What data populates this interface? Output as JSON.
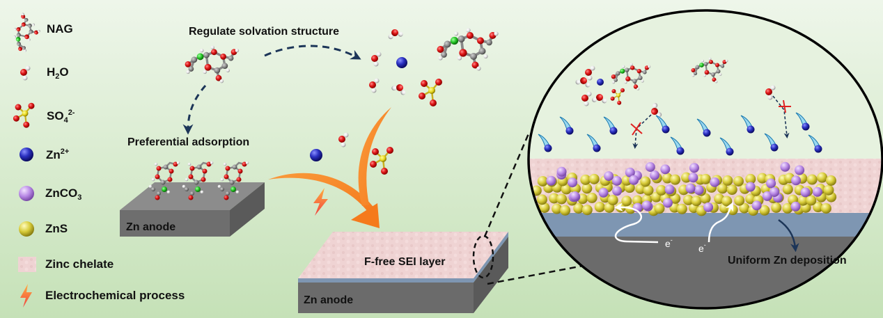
{
  "legend": {
    "items": [
      {
        "icon": "nag-molecule-icon",
        "label": "NAG"
      },
      {
        "icon": "water-molecule-icon",
        "label_main": "H",
        "label_sub": "2",
        "label_tail": "O"
      },
      {
        "icon": "sulfate-ion-icon",
        "label_main": "SO",
        "label_sub": "4",
        "label_sup": "2-"
      },
      {
        "icon": "zinc-ion-icon",
        "label_main": "Zn",
        "label_sup": "2+"
      },
      {
        "icon": "zinc-carbonate-sphere-icon",
        "label_main": "ZnCO",
        "label_sub": "3"
      },
      {
        "icon": "zinc-sulfide-sphere-icon",
        "label": "ZnS"
      },
      {
        "icon": "zinc-chelate-swatch-icon",
        "label": "Zinc chelate"
      },
      {
        "icon": "lightning-bolt-icon",
        "label": "Electrochemical process"
      }
    ]
  },
  "labels": {
    "regulate": "Regulate solvation structure",
    "adsorption": "Preferential adsorption",
    "anode_left": "Zn anode",
    "anode_center": "Zn anode",
    "sei": "F-free SEI layer",
    "electron": "e",
    "electron_sup": "-",
    "uniform": "Uniform Zn deposition"
  },
  "colors": {
    "zn_ion": "#2a2fb8",
    "zn_co3": "#b98ae6",
    "zn_s": "#d8cc3a",
    "chelate": "#efd3d3",
    "anode_top": "#8a8a8a",
    "anode_front": "#6b6b6b",
    "interlayer": "#7e96b2",
    "arrow_orange": "#f5852a",
    "dash_navy": "#1c3558",
    "block_red": "#e02020"
  }
}
